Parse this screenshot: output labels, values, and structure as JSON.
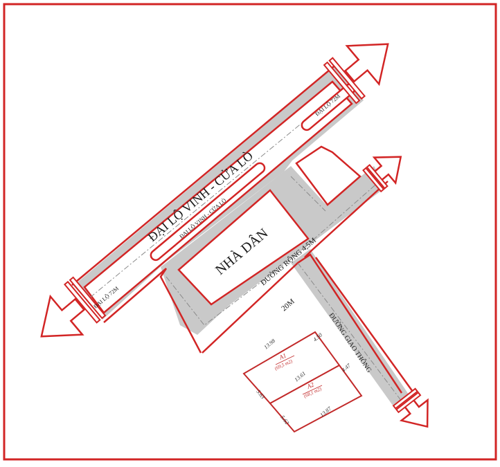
{
  "colors": {
    "outline": "#d22525",
    "road_fill": "#c9c9c9",
    "center_line": "#8a8a8a",
    "text": "#1a1a1a",
    "lot_text": "#333333",
    "lot_label": "#c22a2a"
  },
  "roads": {
    "main_avenue_label": "ĐẠI LỘ VINH - CỬA LÒ",
    "main_avenue_small_label": "ĐẠI LỘ VINH - CỬA LÒ",
    "avenue_width_upper": "ĐẠI LỘ 72M",
    "avenue_width_lower": "ĐẠI LỘ 72M",
    "middle_road": "ĐƯỜNG RỘNG 4,5M",
    "traffic_road": "ĐƯỜNG GIAO THÔNG",
    "road_width_marker": "20M"
  },
  "residential_block": "NHÀ DÂN",
  "lots": [
    {
      "name": "A1",
      "area": "(69,5 m2)"
    },
    {
      "name": "A2",
      "area": "(68,1 m2)"
    }
  ],
  "dimensions": {
    "a1_top": "13.98",
    "a1_right": "4.50",
    "a1_middle": "13.61",
    "a1_left": "5.63",
    "a2_right": "4.47",
    "a2_left": "5.62",
    "a2_bottom": "13.87"
  },
  "icons": {
    "arrows": [
      "arrow-upper-right-icon",
      "arrow-lower-left-icon",
      "arrow-right-icon",
      "arrow-lower-right-icon"
    ]
  }
}
